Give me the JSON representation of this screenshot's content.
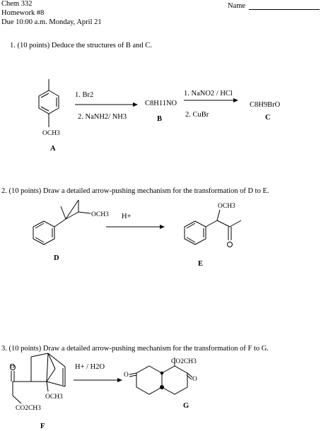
{
  "header": {
    "course": "Chem 332",
    "homework": "Homework #8",
    "due": "Due 10:00 a.m. Monday, April 21",
    "name_label": "Name"
  },
  "q1": {
    "prompt": "1.  (10 points) Deduce the structures of B and C.",
    "compound_a_sub": "OCH3",
    "label_a": "A",
    "step1_top": "1. Br2",
    "step1_bottom": "2. NaNH2/ NH3",
    "formula_b": "C8H11NO",
    "label_b": "B",
    "step2_top": "1. NaNO2 / HCl",
    "step2_bottom": "2.  CuBr",
    "formula_c": "C8H9BrO",
    "label_c": "C"
  },
  "q2": {
    "prompt": "2.  (10 points)  Draw a detailed arrow-pushing mechanism for the transformation of D to E.",
    "epoxide_sub": "OCH3",
    "reagent": "H+",
    "product_sub": "OCH3",
    "label_d": "D",
    "label_e": "E"
  },
  "q3": {
    "prompt": "3.  (10 points)   Draw a detailed arrow-pushing mechanism for the transformation of F to G.",
    "reagent": "H+ / H2O",
    "f_methoxy": "OCH3",
    "f_ester": "CO2CH3",
    "g_ester": "CO2CH3",
    "label_f": "F",
    "label_g": "G",
    "oxygen": "O"
  }
}
